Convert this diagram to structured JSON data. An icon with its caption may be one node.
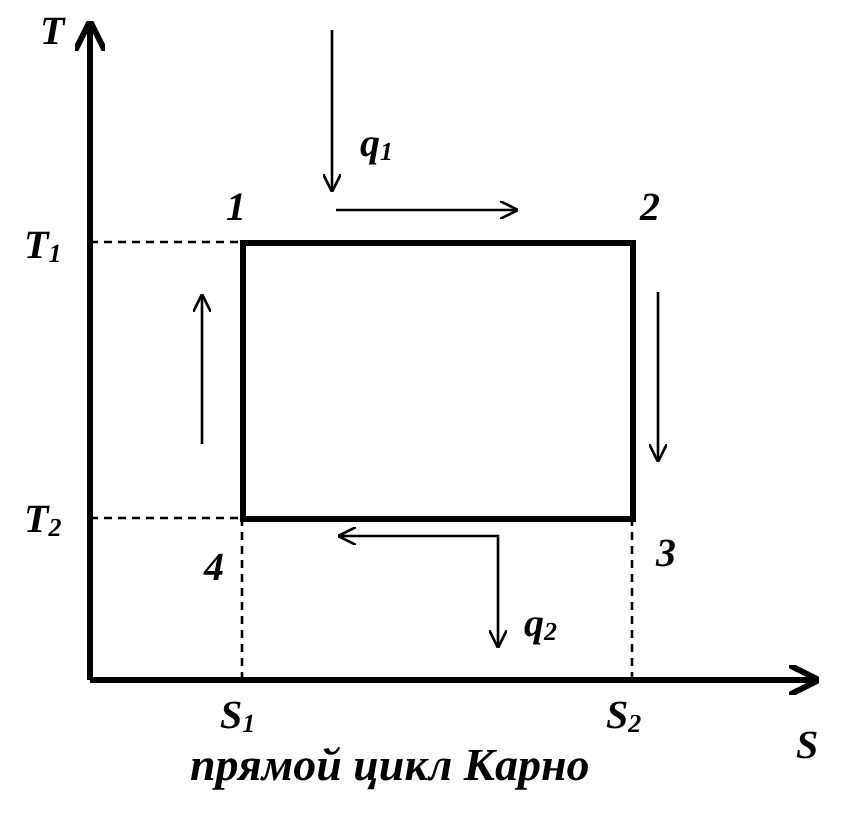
{
  "diagram": {
    "caption": "прямой цикл Карно",
    "nodes": [
      {
        "text": [],
        "shape": "box"
      }
    ],
    "labels": [
      "T",
      "q$_{1}$",
      "1",
      "2",
      "T$_{1}$",
      "T$_{2}$",
      "4",
      "3",
      "q$_{2}$",
      "S$_{1}$",
      "S$_{2}$",
      "S"
    ]
  }
}
